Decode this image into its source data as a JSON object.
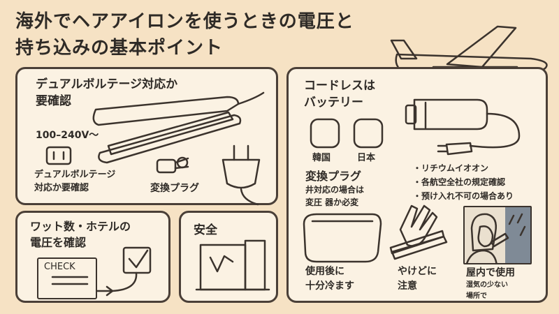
{
  "title": {
    "line1": "海外でヘアアイロンを使うときの電圧と",
    "line2": "持ち込みの基本ポイント"
  },
  "voltage_panel": {
    "heading1": "デュアルボルテージ対応か",
    "heading2": "要確認",
    "voltage": "100–240V〜",
    "caption1": "デュアルボルテージ",
    "caption2": "対応か要確認",
    "plug_label": "変換プラグ"
  },
  "wattage_panel": {
    "heading1": "ワット数・ホテルの",
    "heading2": "電圧を確認",
    "check_label": "CHECK"
  },
  "safety_panel": {
    "heading": "安全"
  },
  "cordless_panel": {
    "heading1": "コードレスは",
    "heading2": "バッテリー",
    "outlet_left": "韓国",
    "outlet_right": "日本",
    "plug_heading": "変換プラグ",
    "plug_note1": "井対応の場合は",
    "plug_note2": "変圧 器か必変",
    "bullets": [
      "・リチウムイオオン",
      "・各航空全社の規定確認",
      "・预け入れ不可の場合あり"
    ],
    "tips": [
      {
        "line1": "使用後に",
        "line2": "十分冷ます"
      },
      {
        "line1": "やけどに",
        "line2": "注意"
      },
      {
        "line1": "屋内で使用",
        "line2": "湿気の少ない",
        "line3": "場所で"
      }
    ]
  },
  "colors": {
    "background": "#f6e2c4",
    "panel": "#fbf2e3",
    "ink": "#4a3f37"
  }
}
